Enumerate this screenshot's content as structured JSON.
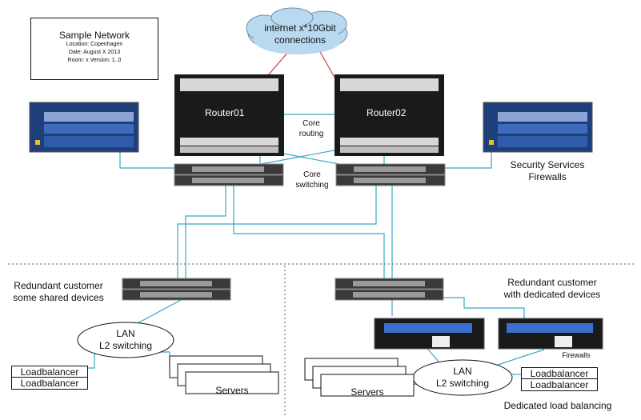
{
  "title_box": {
    "title": "Sample Network",
    "location": "Location: Copenhagen",
    "date": "Date: August X 2013",
    "room": "Room: x Version: 1..0"
  },
  "cloud": {
    "line1": "internet x*10Gbit",
    "line2": "connections"
  },
  "routers": {
    "r1": "Router01",
    "r2": "Router02"
  },
  "labels": {
    "core_routing_1": "Core",
    "core_routing_2": "routing",
    "core_switching_1": "Core",
    "core_switching_2": "switching",
    "security_1": "Security Services",
    "security_2": "Firewalls",
    "cust_left_1": "Redundant customer",
    "cust_left_2": "some shared devices",
    "cust_right_1": "Redundant customer",
    "cust_right_2": "with dedicated devices",
    "firewalls": "Firewalls",
    "dedicated_lb": "Dedicated load balancing"
  },
  "lan_left": {
    "line1": "LAN",
    "line2": "L2 switching"
  },
  "lan_right": {
    "line1": "LAN",
    "line2": "L2 switching"
  },
  "lb_left": [
    "Loadbalancer",
    "Loadbalancer"
  ],
  "lb_right": [
    "Loadbalancer",
    "Loadbalancer"
  ],
  "servers_left": "Servers",
  "servers_right": "Servers",
  "colors": {
    "link": "#3aa6c8",
    "internet_link": "#d9343b",
    "cloud": "#b9d9f0",
    "rack": "#1a1a1a",
    "blade": "#2e5ca8"
  }
}
